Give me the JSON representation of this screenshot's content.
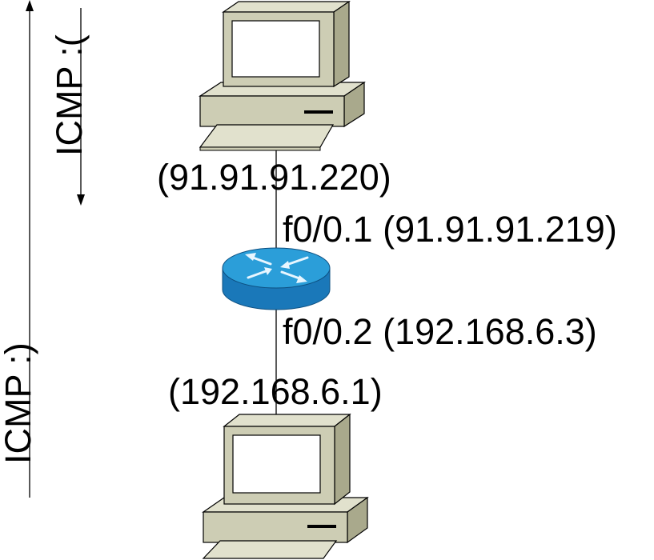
{
  "labels": {
    "top_host_ip": "(91.91.91.220)",
    "router_if_top": "f0/0.1 (91.91.91.219)",
    "router_if_bottom": "f0/0.2 (192.168.6.3)",
    "bottom_host_ip": "(192.168.6.1)",
    "icmp_blocked": "ICMP :(",
    "icmp_ok": "ICMP :)"
  },
  "nodes": {
    "top_host": "desktop-computer-icon",
    "router": "router-icon",
    "bottom_host": "desktop-computer-icon"
  },
  "colors": {
    "computer_face": "#cdcdb4",
    "computer_top": "#e1e1cd",
    "computer_side": "#a9a98c",
    "screen": "#ffffff",
    "router_top": "#2b9ed9",
    "router_body": "#1a78b9",
    "router_arrows": "#e8f6ff",
    "line": "#000000"
  }
}
